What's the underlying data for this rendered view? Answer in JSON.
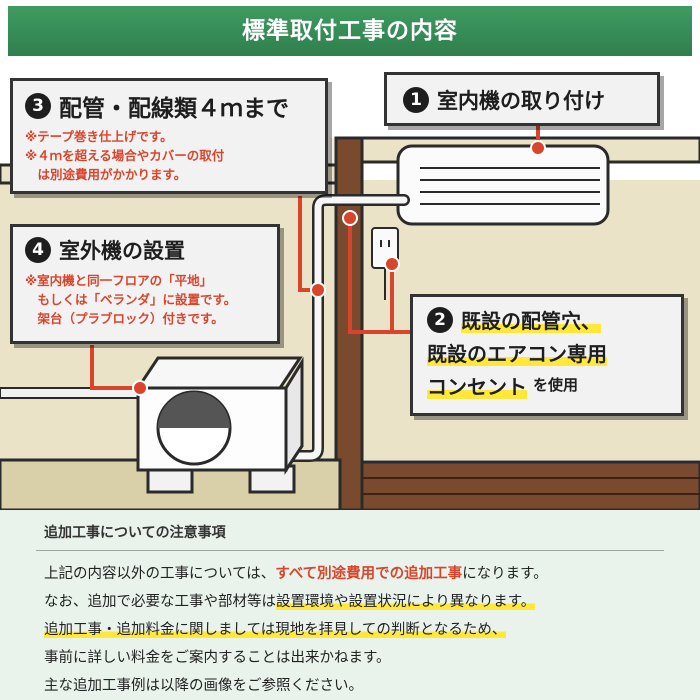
{
  "header": {
    "title": "標準取付工事の内容"
  },
  "callouts": {
    "indoor": {
      "number": "1",
      "title": "室内機の取り付け"
    },
    "existing": {
      "number": "2",
      "line1": "既設の配管穴、",
      "line2": "既設のエアコン専用",
      "line3_main": "コンセント",
      "line3_suffix": "を使用"
    },
    "piping": {
      "number": "3",
      "title": "配管・配線類４ｍまで",
      "notes": [
        "※テープ巻き仕上げです。",
        "※４ｍを超える場合やカバーの取付",
        "　は別途費用がかかります。"
      ]
    },
    "outdoor": {
      "number": "4",
      "title": "室外機の設置",
      "notes": [
        "※室内機と同一フロアの「平地」",
        "　もしくは「ベランダ」に設置です。",
        "　架台（プラブロック）付きです。"
      ]
    }
  },
  "notes": {
    "heading": "追加工事についての注意事項",
    "line1_a": "上記の内容以外の工事については、",
    "line1_red": "すべて別途費用での追加工事",
    "line1_b": "になります。",
    "line2_a": "なお、追加で必要な工事や部材等は",
    "line2_mark": "設置環境や設置状況により異なります。",
    "line3": "追加工事・追加料金に関しましては現地を拝見しての判断となるため、",
    "line4": "事前に詳しい料金をご案内することは出来かねます。",
    "line5": "主な追加工事例は以降の画像をご参照ください。"
  },
  "colors": {
    "banner": "#3a9560",
    "accent_red": "#d9452c",
    "wall": "#ebe3c7",
    "wood": "#7a4a2e",
    "highlight": "#ffe83a",
    "notes_bg": "#e9f3ec"
  }
}
